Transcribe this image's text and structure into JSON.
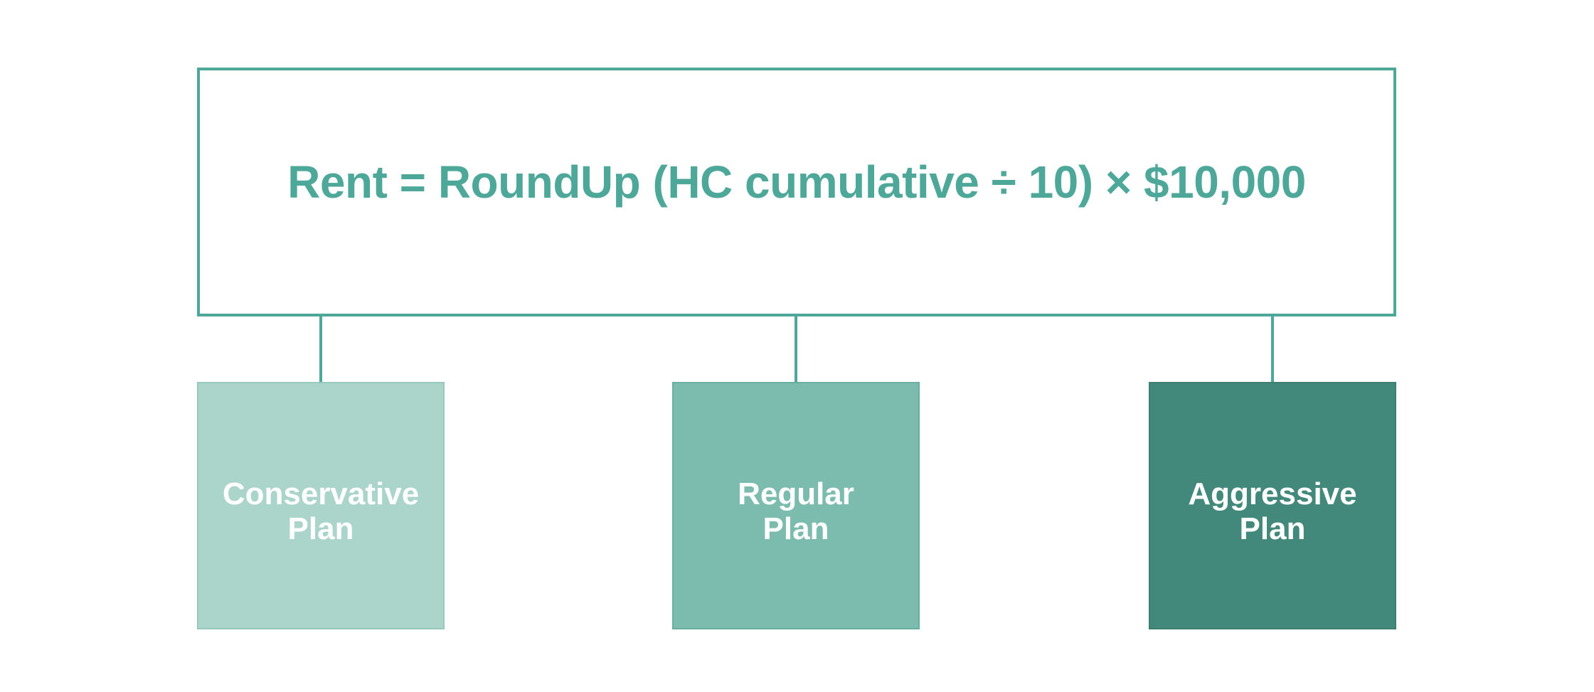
{
  "diagram": {
    "formula": "Rent = RoundUp (HC cumulative ÷ 10) × $10,000",
    "plans": [
      {
        "label": "Conservative\nPlan",
        "color": "#ABD5CB"
      },
      {
        "label": "Regular\nPlan",
        "color": "#7BBCAE"
      },
      {
        "label": "Aggressive\nPlan",
        "color": "#43897B"
      }
    ],
    "colors": {
      "accent_teal": "#4EA89A",
      "plan_text": "#FFFFFF",
      "background": "#FFFFFF"
    }
  }
}
